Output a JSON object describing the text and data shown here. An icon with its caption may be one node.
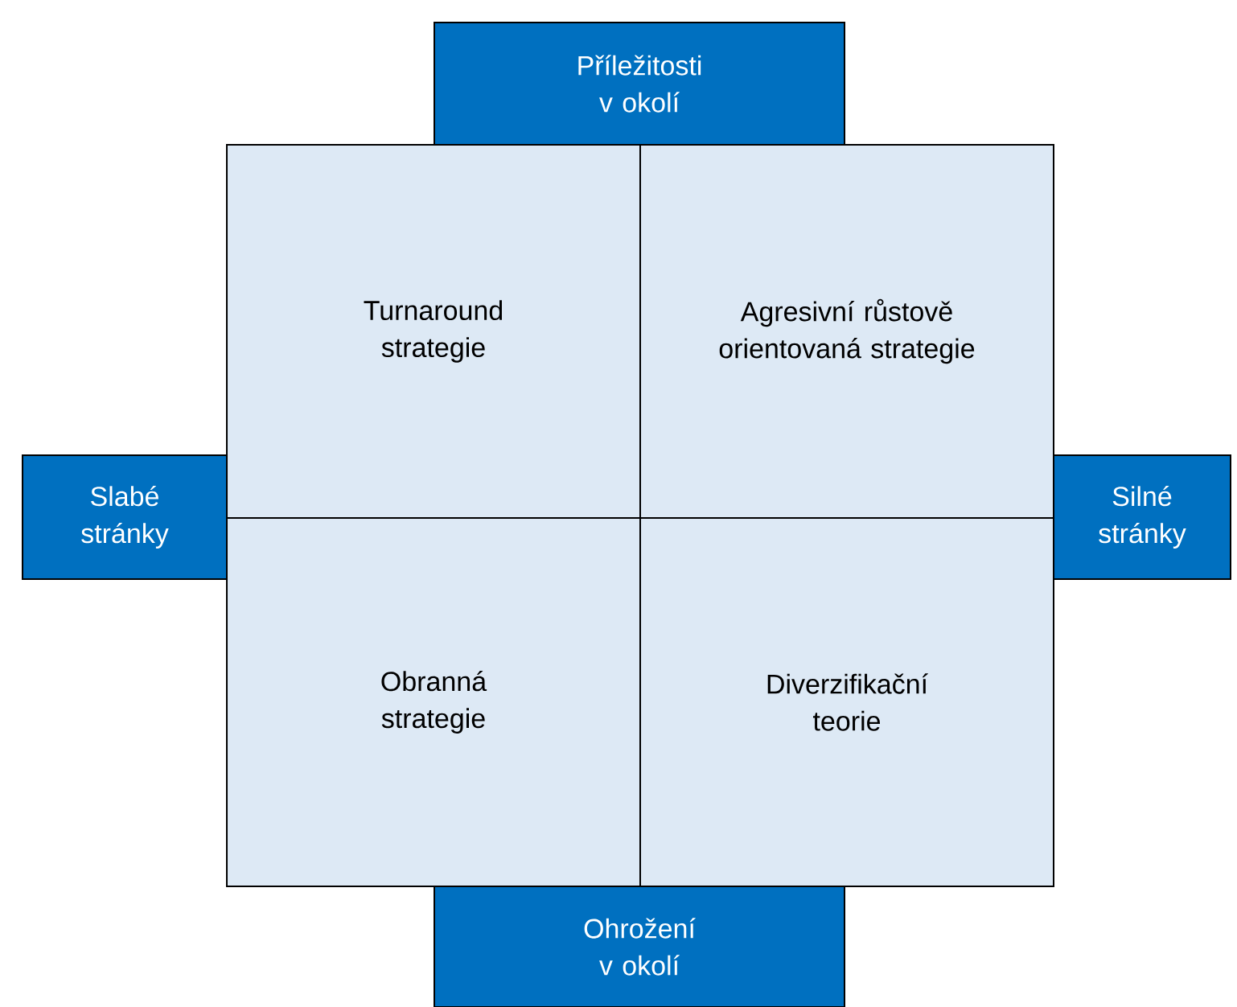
{
  "diagram": {
    "nodes": [
      {
        "text": [
          "Příležitosti v okolí"
        ]
      },
      {
        "text": [
          "Turnaround strategie"
        ]
      },
      {
        "text": [
          "Agresivní růstově orientovaná strategie"
        ]
      },
      {
        "text": [
          "Slabé stránky"
        ]
      },
      {
        "text": [
          "Silné stránky"
        ]
      },
      {
        "text": [
          "Obranná strategie"
        ]
      },
      {
        "text": [
          "Diverzifikační teorie"
        ]
      },
      {
        "text": [
          "Ohrožení v okolí"
        ]
      }
    ]
  }
}
